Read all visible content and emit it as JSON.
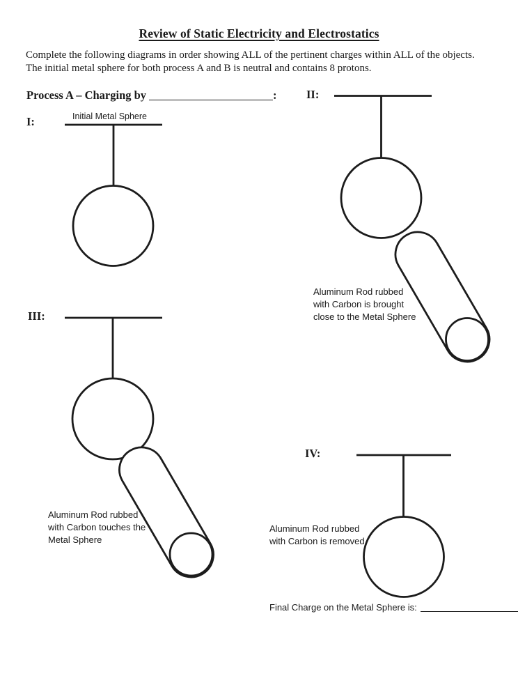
{
  "document": {
    "title": "Review of Static Electricity and Electrostatics",
    "instructions": "Complete the following diagrams in order showing ALL of the pertinent charges within ALL of the objects.\nThe initial metal sphere for both process A and B is neutral and contains 8 protons.",
    "process_a": {
      "heading_prefix": "Process A – Charging by",
      "heading_suffix": ":"
    },
    "panels": {
      "p1": {
        "numeral": "I:",
        "caption": "Initial Metal Sphere"
      },
      "p2": {
        "numeral": "II:",
        "caption": "Aluminum Rod rubbed\nwith Carbon is brought\nclose to the Metal Sphere"
      },
      "p3": {
        "numeral": "III:",
        "caption": "Aluminum Rod rubbed\nwith Carbon touches the\nMetal Sphere"
      },
      "p4": {
        "numeral": "IV:",
        "caption": "Aluminum Rod rubbed\nwith Carbon is removed"
      }
    },
    "footer": {
      "final_charge_label": "Final Charge on the Metal Sphere is:"
    },
    "colors": {
      "ink": "#1a1a1a",
      "paper": "#ffffff"
    }
  }
}
